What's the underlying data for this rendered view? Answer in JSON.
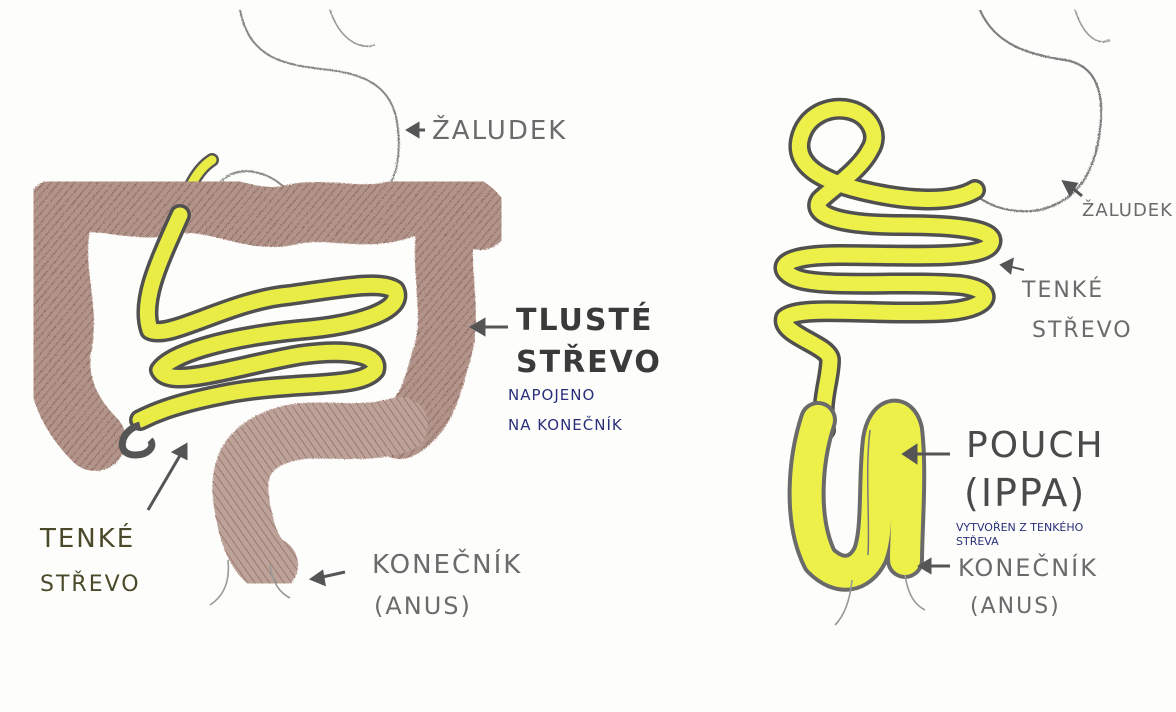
{
  "left_diagram": {
    "stomach_label": "ŽALUDEK",
    "large_intestine_label_line1": "TLUSTÉ",
    "large_intestine_label_line2": "STŘEVO",
    "connected_note_line1": "NAPOJENO",
    "connected_note_line2": "NA KONEČNÍK",
    "small_intestine_label_line1": "TENKÉ",
    "small_intestine_label_line2": "STŘEVO",
    "rectum_label_line1": "KONEČNÍK",
    "rectum_label_line2": "(ANUS)"
  },
  "right_diagram": {
    "stomach_label": "ŽALUDEK",
    "small_intestine_label_line1": "TENKÉ",
    "small_intestine_label_line2": "STŘEVO",
    "pouch_label_line1": "POUCH",
    "pouch_label_line2": "(IPPA)",
    "pouch_note_line1": "VYTVOŘEN Z TENKÉHO",
    "pouch_note_line2": "STŘEVA",
    "rectum_label_line1": "KONEČNÍK",
    "rectum_label_line2": "(ANUS)"
  },
  "colors": {
    "large_intestine": "#a88478",
    "small_intestine": "#eef04a",
    "pencil": "#7a7a7a"
  }
}
